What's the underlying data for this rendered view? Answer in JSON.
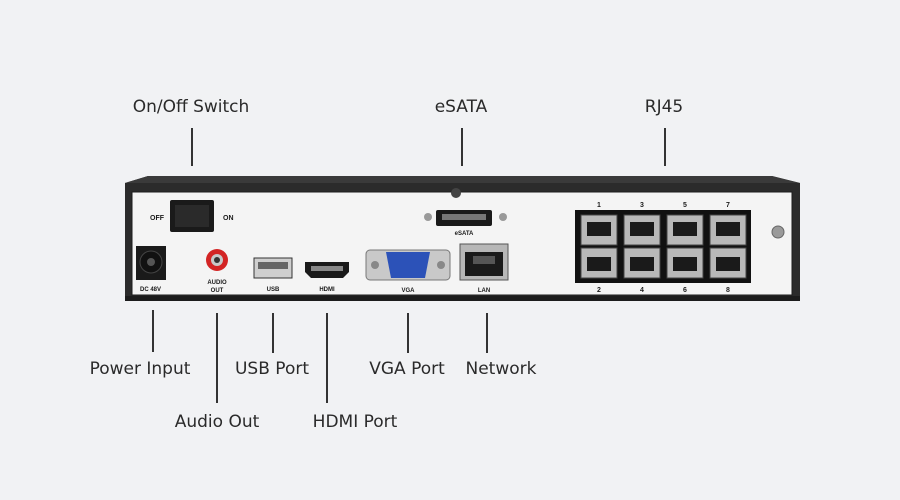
{
  "callouts": {
    "switch": "On/Off Switch",
    "esata": "eSATA",
    "rj45": "RJ45",
    "power": "Power Input",
    "audio": "Audio Out",
    "usb": "USB Port",
    "hdmi": "HDMI Port",
    "vga": "VGA Port",
    "network": "Network"
  },
  "panel_labels": {
    "off": "OFF",
    "on": "ON",
    "dc": "DC 48V",
    "audio_line1": "AUDIO",
    "audio_line2": "OUT",
    "usb": "USB",
    "hdmi": "HDMI",
    "vga": "VGA",
    "lan": "LAN",
    "esata": "eSATA",
    "port1": "1",
    "port2": "2",
    "port3": "3",
    "port4": "4",
    "port5": "5",
    "port6": "6",
    "port7": "7",
    "port8": "8"
  },
  "colors": {
    "chassis": "#2b2b2b",
    "panel": "#f4f4f4",
    "accent_red": "#d32424",
    "vga_blue": "#2c52b8"
  }
}
